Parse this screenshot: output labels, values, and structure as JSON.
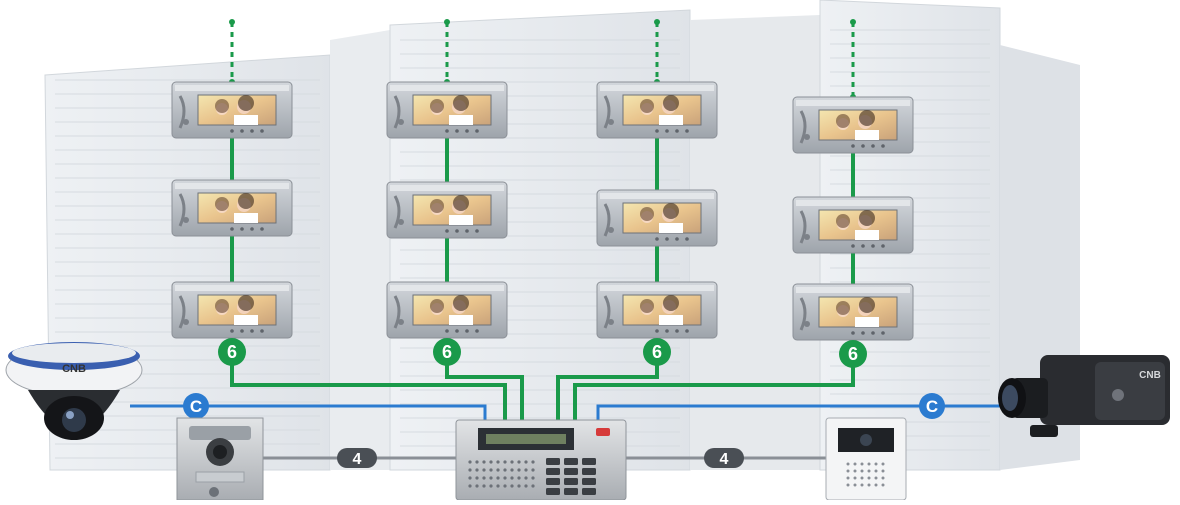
{
  "colors": {
    "green_cable": "#1a9a4a",
    "blue_cable": "#2b7bd0",
    "gray_cable": "#8a8f96",
    "building": "#e4e8ec",
    "monitor_body": "#b9bec4"
  },
  "badges": {
    "six": "6",
    "four": "4",
    "coax": "C"
  },
  "brand": {
    "dome_camera": "CNB",
    "box_camera": "CNB"
  },
  "icons": {
    "dome_camera": "dome-camera-icon",
    "box_camera": "box-camera-icon",
    "door_station": "door-station-icon",
    "lobby_panel": "lobby-panel-icon",
    "guard_station": "guard-station-icon",
    "monitor": "video-monitor-icon"
  }
}
